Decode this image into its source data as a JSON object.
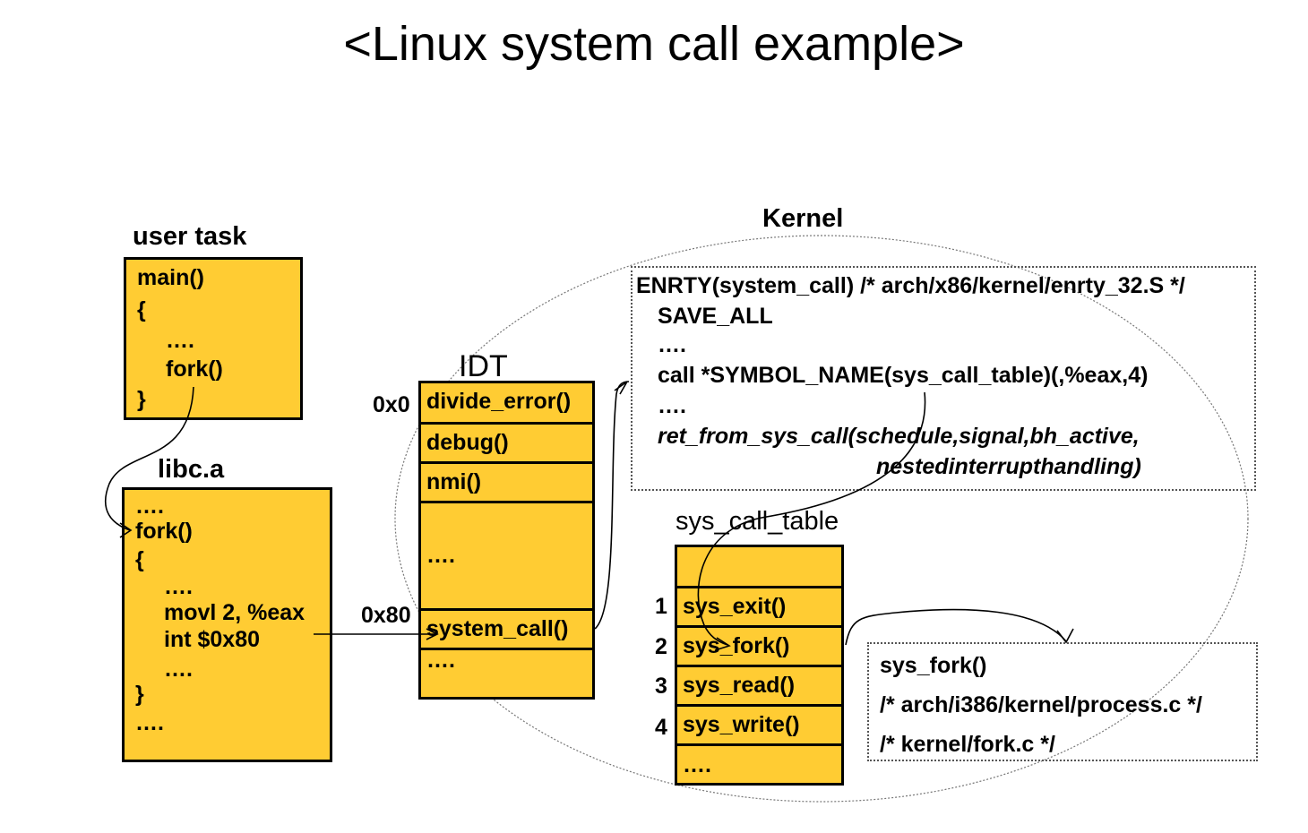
{
  "title": "<Linux system call example>",
  "user_task": {
    "label": "user task",
    "lines": [
      "main()",
      "{",
      "….",
      "fork()",
      "}"
    ]
  },
  "libc": {
    "label": "libc.a",
    "lines": [
      "….",
      "fork()",
      "{",
      "….",
      "movl 2, %eax",
      "int $0x80",
      "….",
      "}",
      "…."
    ]
  },
  "idt": {
    "label": "IDT",
    "offset_top": "0x0",
    "offset_syscall": "0x80",
    "cells": [
      "divide_error()",
      "debug()",
      "nmi()",
      "….",
      "system_call()",
      "…."
    ]
  },
  "kernel": {
    "label": "Kernel",
    "code_lines": [
      "ENRTY(system_call) /* arch/x86/kernel/enrty_32.S */",
      "SAVE_ALL",
      "….",
      "call *SYMBOL_NAME(sys_call_table)(,%eax,4)",
      "….",
      "ret_from_sys_call(schedule,signal,bh_active,",
      "nestedinterrupthandling)"
    ]
  },
  "sys_call_table": {
    "label": "sys_call_table",
    "cells": [
      {
        "index": "",
        "name": ""
      },
      {
        "index": "1",
        "name": "sys_exit()"
      },
      {
        "index": "2",
        "name": "sys_fork()"
      },
      {
        "index": "3",
        "name": "sys_read()"
      },
      {
        "index": "4",
        "name": "sys_write()"
      },
      {
        "index": "",
        "name": "…."
      }
    ]
  },
  "sys_fork_box": {
    "lines": [
      "sys_fork()",
      "/* arch/i386/kernel/process.c */",
      "/* kernel/fork.c */"
    ]
  },
  "colors": {
    "box_fill": "#FFCC33",
    "border": "#000000",
    "background": "#FFFFFF"
  }
}
